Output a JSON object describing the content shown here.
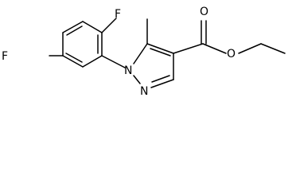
{
  "molecule": {
    "atoms": {
      "f_top": "F",
      "f_left": "F",
      "n1": "N",
      "n2": "N",
      "o_carbonyl": "O",
      "o_ester": "O"
    },
    "colors": {
      "line": "#000000",
      "background": "#ffffff"
    }
  }
}
